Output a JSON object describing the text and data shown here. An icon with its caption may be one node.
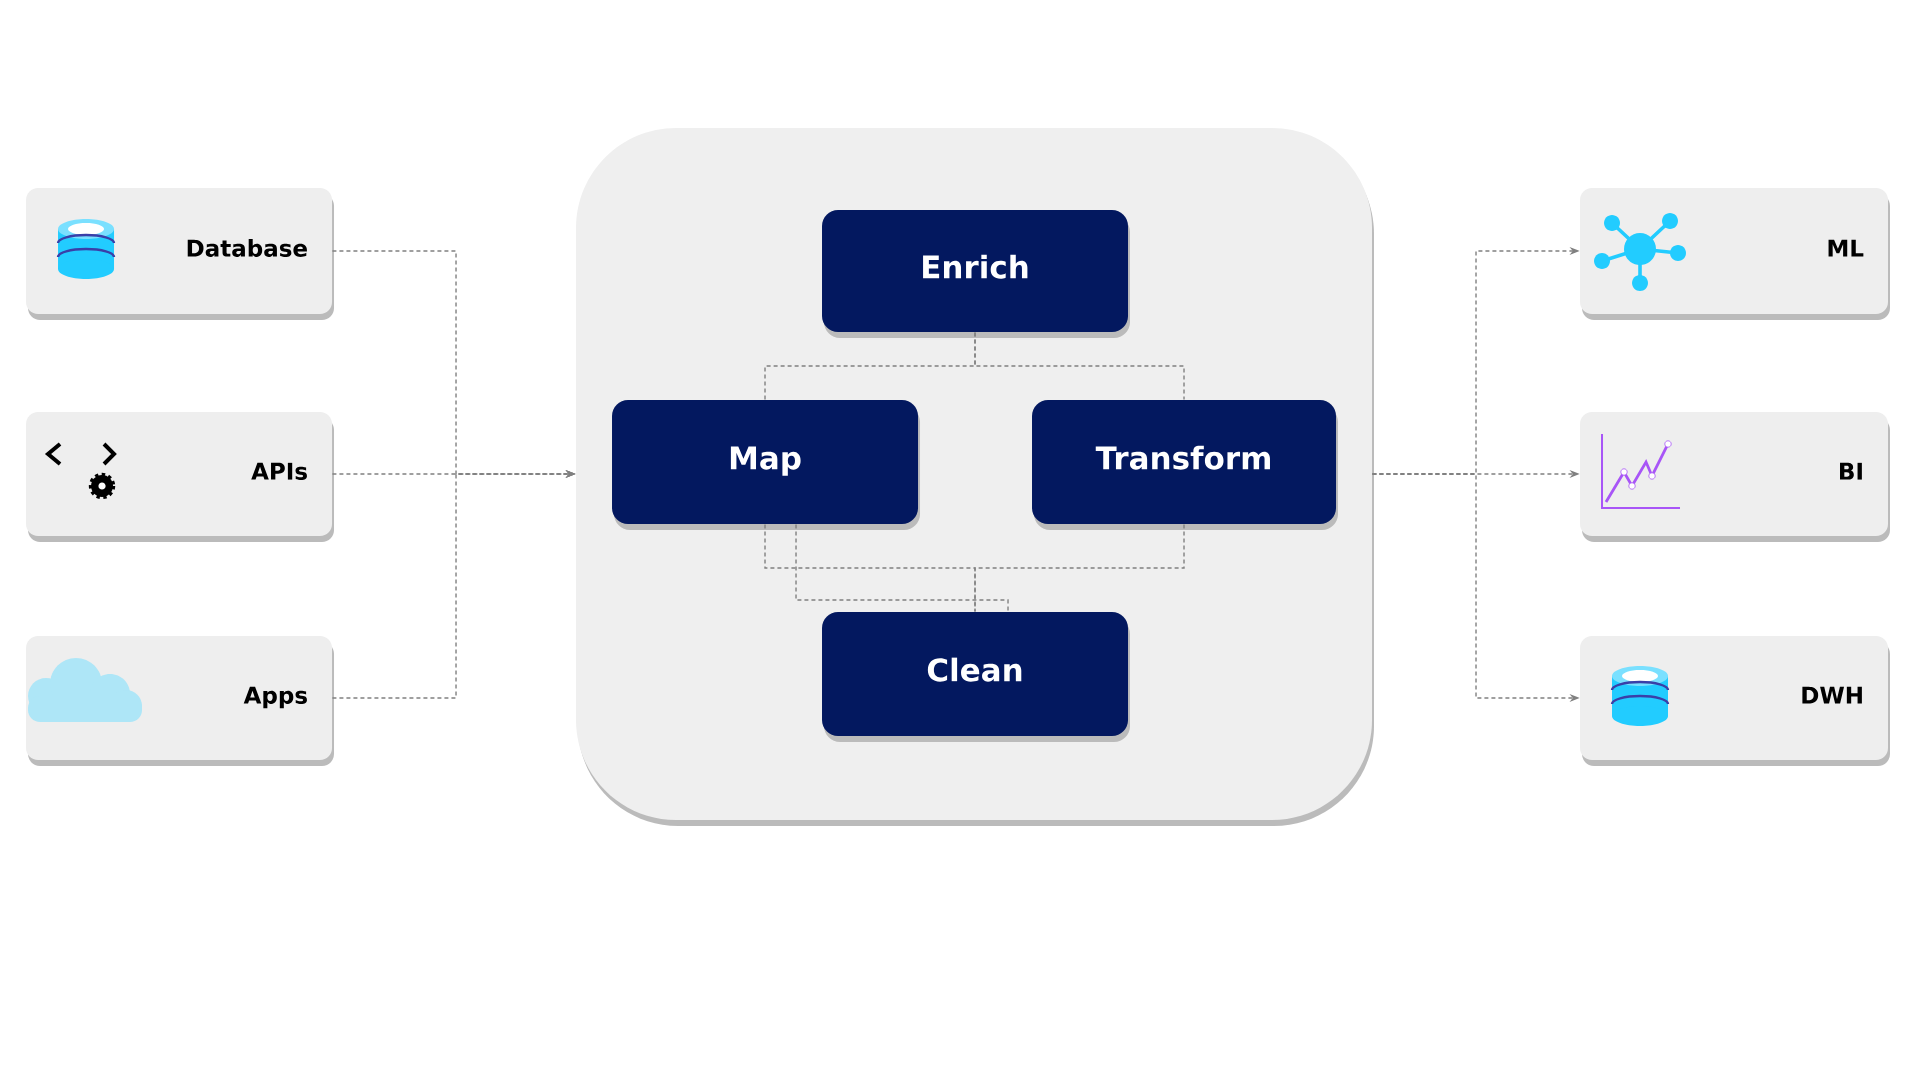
{
  "diagram": {
    "nodes": [
      {
        "text": [
          "Database"
        ]
      },
      {
        "text": [
          "APIs"
        ]
      },
      {
        "text": [
          "Apps"
        ]
      },
      {
        "text": [],
        "shape": "box"
      },
      {
        "text": [
          "Enrich"
        ],
        "in": 3
      },
      {
        "text": [
          "Map"
        ],
        "in": 3
      },
      {
        "text": [
          "Transform"
        ],
        "in": 3
      },
      {
        "text": [
          "Clean"
        ],
        "in": 3
      },
      {
        "text": [
          "ML"
        ]
      },
      {
        "text": [
          "BI"
        ]
      },
      {
        "text": [
          "DWH"
        ]
      }
    ],
    "edges": [
      {
        "from": 0,
        "to": 3,
        "arrow": "to"
      },
      {
        "from": 1,
        "to": 3,
        "arrow": "to"
      },
      {
        "from": 2,
        "to": 3,
        "arrow": "to"
      },
      {
        "from": 4,
        "to": 5,
        "arrow": "none"
      },
      {
        "from": 4,
        "to": 6,
        "arrow": "none"
      },
      {
        "from": 5,
        "to": 7,
        "arrow": "none"
      },
      {
        "from": 6,
        "to": 7,
        "arrow": "none"
      },
      {
        "from": 5,
        "to": 7,
        "arrow": "none"
      },
      {
        "from": 3,
        "to": 8,
        "arrow": "to"
      },
      {
        "from": 3,
        "to": 9,
        "arrow": "to"
      },
      {
        "from": 3,
        "to": 10,
        "arrow": "to"
      }
    ]
  }
}
